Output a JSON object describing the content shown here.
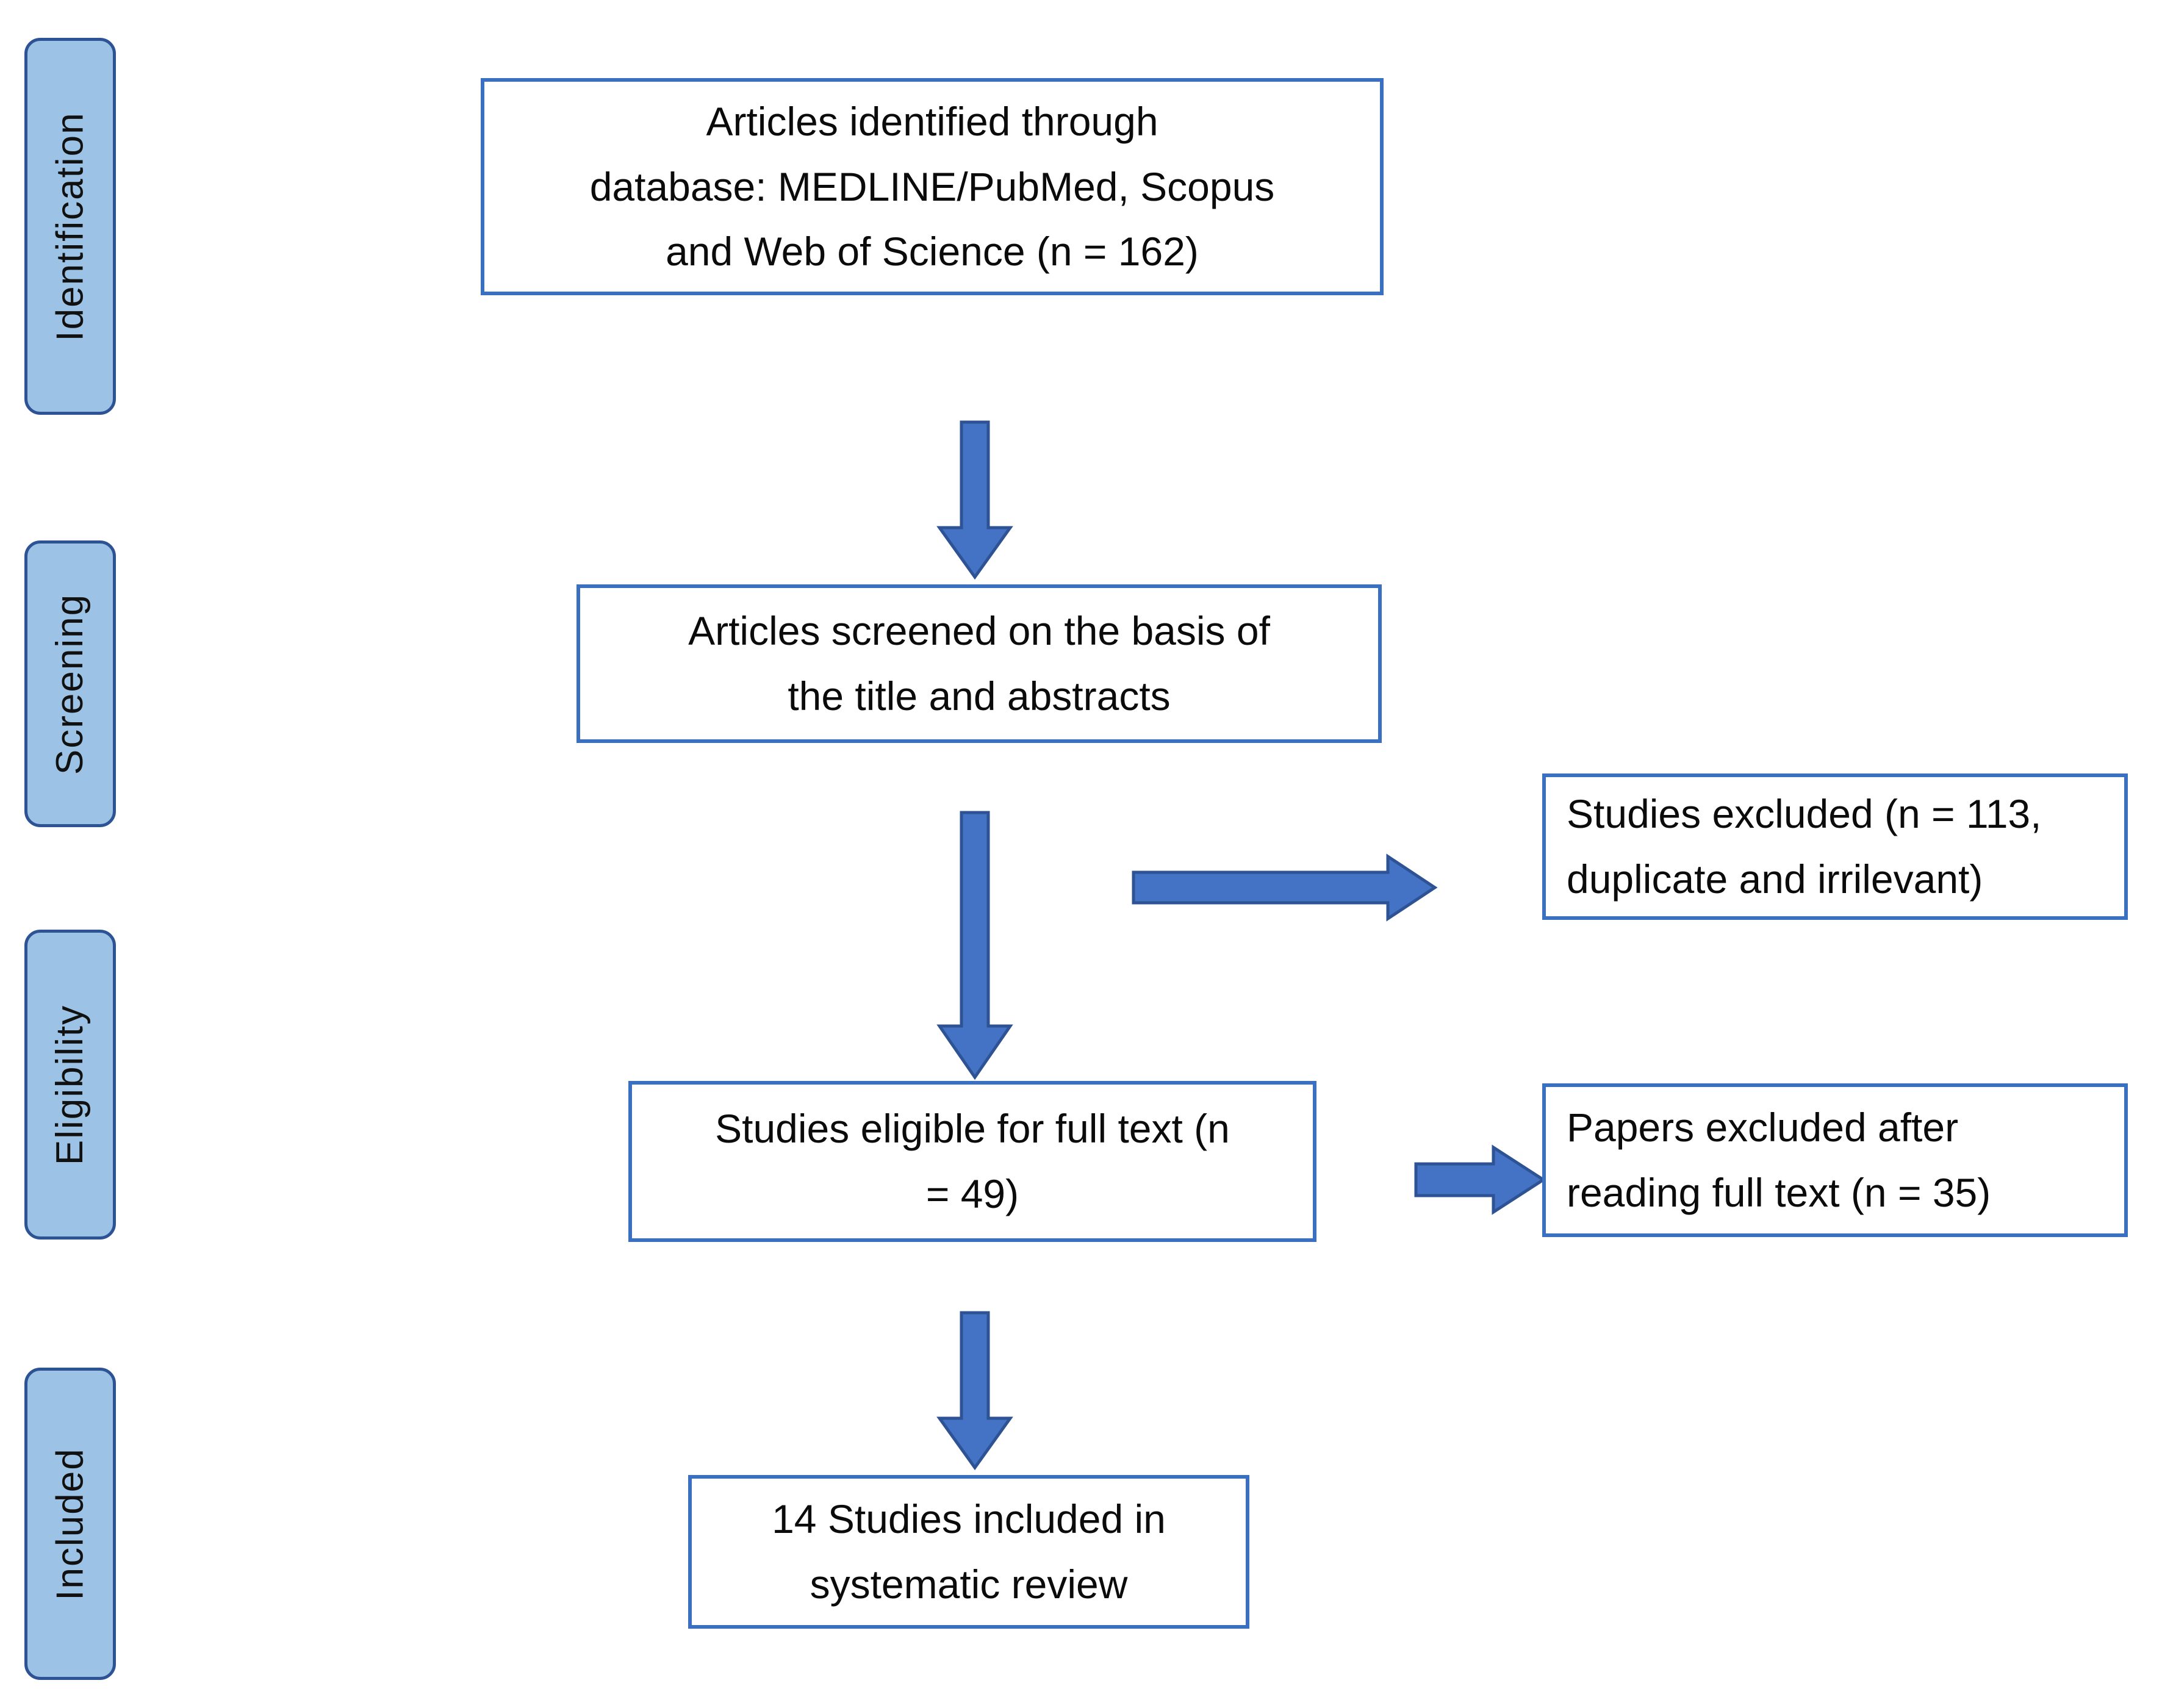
{
  "diagram": {
    "title": "PRISMA study selection flow diagram",
    "colors": {
      "stage_fill": "#9CC3E5",
      "stage_border": "#2E5395",
      "box_border": "#3B6FBF",
      "arrow_fill": "#4472C4",
      "arrow_border": "#2E5395",
      "text": "#0b0b0b",
      "background": "#FFFFFF"
    },
    "stages": [
      {
        "id": "identification",
        "label": "Identification"
      },
      {
        "id": "screening",
        "label": "Screening"
      },
      {
        "id": "eligibility",
        "label": "Eligibility"
      },
      {
        "id": "included",
        "label": "Included"
      }
    ],
    "boxes": [
      {
        "id": "identified",
        "text": "Articles identified through\ndatabase: MEDLINE/PubMed, Scopus\nand Web of Science (n = 162)",
        "count": 162
      },
      {
        "id": "screened",
        "text": "Articles screened on the basis of\nthe title and abstracts",
        "count": null
      },
      {
        "id": "excluded-screening",
        "text": "Studies excluded (n = 113,\nduplicate and irrilevant)",
        "count": 113
      },
      {
        "id": "eligible-fulltext",
        "text": "Studies eligible for full text (n\n= 49)",
        "count": 49
      },
      {
        "id": "excluded-fulltext",
        "text": "Papers excluded after\nreading full text (n = 35)",
        "count": 35
      },
      {
        "id": "included-review",
        "text": "14 Studies included in\nsystematic review",
        "count": 14
      }
    ],
    "arrows": [
      {
        "id": "identified-to-screened",
        "direction": "down"
      },
      {
        "id": "screened-to-eligible",
        "direction": "down"
      },
      {
        "id": "screened-to-excluded",
        "direction": "right"
      },
      {
        "id": "eligible-to-excluded",
        "direction": "right"
      },
      {
        "id": "eligible-to-included",
        "direction": "down"
      }
    ]
  }
}
